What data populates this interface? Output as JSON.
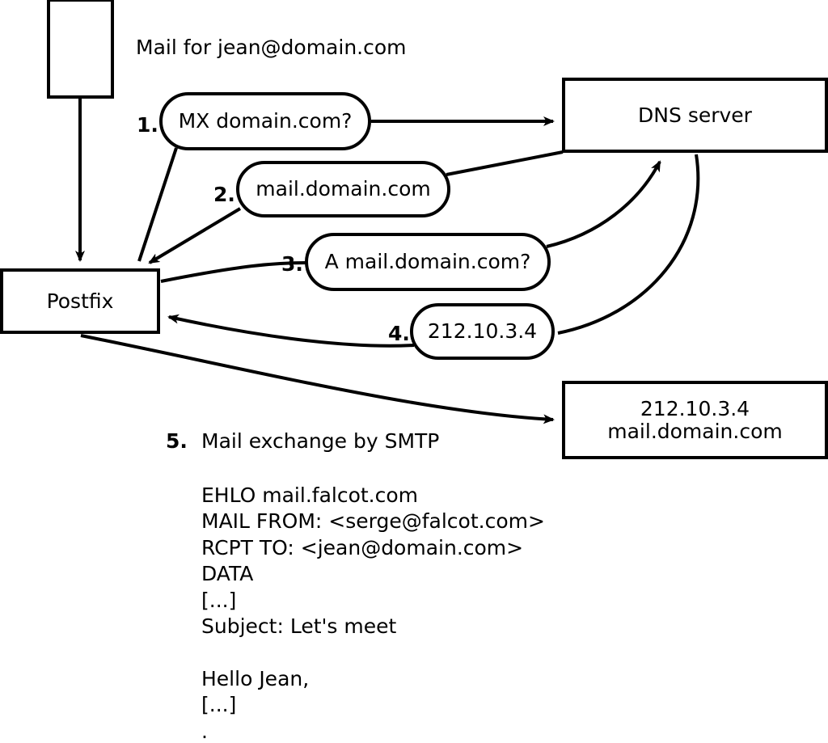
{
  "diagram": {
    "title_text": "Mail for jean@domain.com",
    "nodes": {
      "client": {
        "label": ""
      },
      "postfix": {
        "label": "Postfix"
      },
      "dns": {
        "label": "DNS server"
      },
      "mailserver": {
        "line1": "212.10.3.4",
        "line2": "mail.domain.com"
      }
    },
    "steps": [
      {
        "num": "1.",
        "label": "MX domain.com?"
      },
      {
        "num": "2.",
        "label": "mail.domain.com"
      },
      {
        "num": "3.",
        "label": "A mail.domain.com?"
      },
      {
        "num": "4.",
        "label": "212.10.3.4"
      },
      {
        "num": "5.",
        "label": "Mail exchange by SMTP"
      }
    ],
    "smtp_transcript": [
      "EHLO mail.falcot.com",
      "MAIL FROM: <serge@falcot.com>",
      "RCPT TO: <jean@domain.com>",
      "DATA",
      "[...]",
      "Subject: Let's meet",
      "",
      "Hello Jean,",
      "[...]",
      "."
    ],
    "colors": {
      "stroke": "#000000",
      "background": "#ffffff",
      "text": "#000000"
    }
  }
}
